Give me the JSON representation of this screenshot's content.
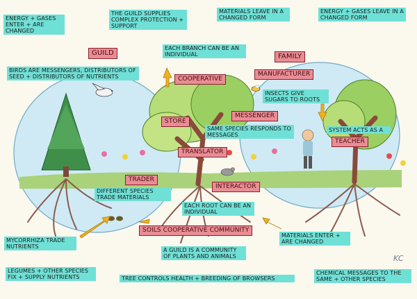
{
  "labels": {
    "energy_enter": "ENERGY + GASES ENTER + ARE CHANGED",
    "guild_supplies": "THE GUILD SUPPLIES COMPLEX PROTECTION + SUPPORT",
    "materials_leave": "MATERIALS LEAVE IN A CHANGED FORM",
    "energy_leave": "ENERGY + GASES LEAVE IN A CHANGED FORM",
    "each_branch": "EACH BRANCH CAN BE AN INDIVIDUAL",
    "birds": "BIRDS ARE MESSENGERS, DISTRIBUTORS OF SEED + DISTRIBUTORS OF NUTRIENTS",
    "insects": "INSECTS GIVE SUGARS TO ROOTS",
    "same_species": "SAME SPECIES RESPONDS TO MESSAGES",
    "different_species": "DIFFERENT SPECIES TRADE MATERIALS",
    "each_root": "EACH ROOT CAN BE AN INDIVIDUAL",
    "materials_enter": "MATERIALS ENTER + ARE CHANGED",
    "mycorrhiza": "MYCORRHIZA TRADE NUTRIENTS",
    "guild_community": "A GUILD IS A COMMUNITY OF PLANTS AND ANIMALS",
    "legumes": "LEGUMES + OTHER SPECIES FIX + SUPPLY NUTRIENTS",
    "tree_controls": "TREE CONTROLS HEALTH + BREEDING OF BROWSERS",
    "chemical_messages": "CHEMICAL MESSAGES TO THE SAME + OTHER SPECIES"
  },
  "roles": {
    "guild": "GUILD",
    "family": "FAMILY",
    "cooperative": "COOPERATIVE",
    "manufacturer": "MANUFACTURER",
    "store": "STORE",
    "messenger": "MESSENGER",
    "translator": "TRANSLATOR",
    "teacher": "TEACHER",
    "trader": "TRADER",
    "interactor": "INTERACTOR",
    "soils": "SOILS COOPERATIVE COMMUNITY",
    "system_acts": "SYSTEM ACTS AS A"
  },
  "signature": "KC",
  "colors": {
    "label_bg": "#6fe0d6",
    "role_bg": "#e98d95",
    "role_border": "#8a1f2a",
    "tree_green": "#7fbf5a",
    "arrow": "#f0b21c",
    "root": "#8a5a50",
    "sky": "#c8e8f4"
  }
}
